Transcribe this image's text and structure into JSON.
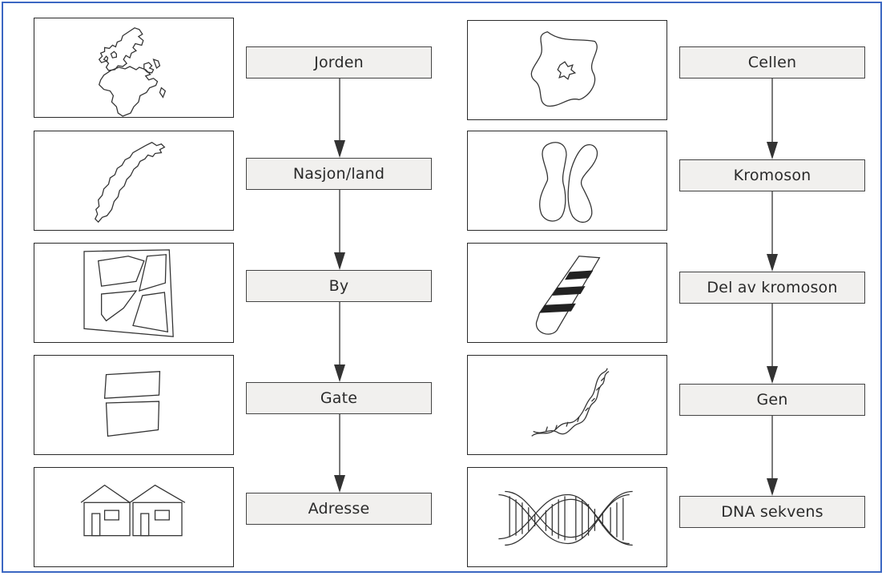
{
  "left_column": {
    "labels": [
      "Jorden",
      "Nasjon/land",
      "By",
      "Gate",
      "Adresse"
    ],
    "pictures": [
      "world-map-icon",
      "norway-map-icon",
      "city-blocks-icon",
      "street-icon",
      "houses-icon"
    ]
  },
  "right_column": {
    "labels": [
      "Cellen",
      "Kromoson",
      "Del av kromoson",
      "Gen",
      "DNA sekvens"
    ],
    "pictures": [
      "cell-icon",
      "chromosome-icon",
      "chromosome-part-icon",
      "gene-icon",
      "dna-helix-icon"
    ]
  },
  "colors": {
    "frame": "#3b67c2",
    "label_fill": "#f1f0ee",
    "line": "#333333"
  }
}
